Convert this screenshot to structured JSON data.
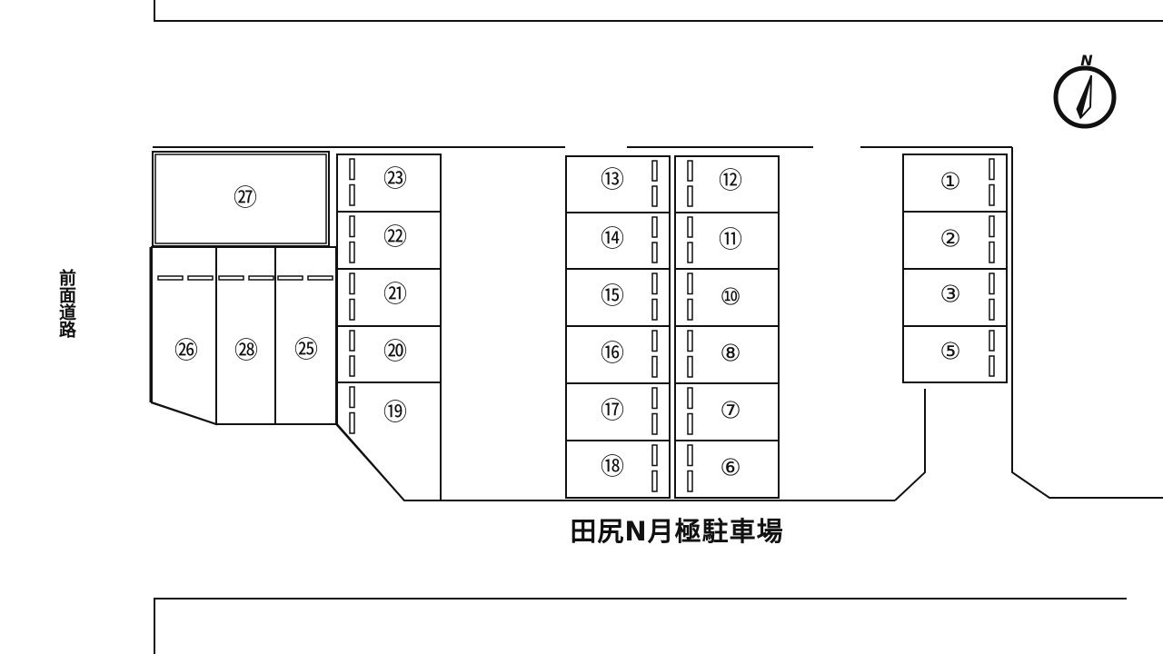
{
  "road_label": "前面道路",
  "lot_title": "田尻N月極駐車場",
  "compass": {
    "letter": "N"
  },
  "spaces": [
    {
      "id": "s1",
      "label": "①"
    },
    {
      "id": "s2",
      "label": "②"
    },
    {
      "id": "s3",
      "label": "③"
    },
    {
      "id": "s5",
      "label": "⑤"
    },
    {
      "id": "s6",
      "label": "⑥"
    },
    {
      "id": "s7",
      "label": "⑦"
    },
    {
      "id": "s8",
      "label": "⑧"
    },
    {
      "id": "s10",
      "label": "⑩"
    },
    {
      "id": "s11",
      "label": "⑪"
    },
    {
      "id": "s12",
      "label": "⑫"
    },
    {
      "id": "s13",
      "label": "⑬"
    },
    {
      "id": "s14",
      "label": "⑭"
    },
    {
      "id": "s15",
      "label": "⑮"
    },
    {
      "id": "s16",
      "label": "⑯"
    },
    {
      "id": "s17",
      "label": "⑰"
    },
    {
      "id": "s18",
      "label": "⑱"
    },
    {
      "id": "s19",
      "label": "⑲"
    },
    {
      "id": "s20",
      "label": "⑳"
    },
    {
      "id": "s21",
      "label": "㉑"
    },
    {
      "id": "s22",
      "label": "㉒"
    },
    {
      "id": "s23",
      "label": "㉓"
    },
    {
      "id": "s25",
      "label": "㉕"
    },
    {
      "id": "s26",
      "label": "㉖"
    },
    {
      "id": "s27",
      "label": "㉗"
    },
    {
      "id": "s28",
      "label": "㉘"
    }
  ]
}
